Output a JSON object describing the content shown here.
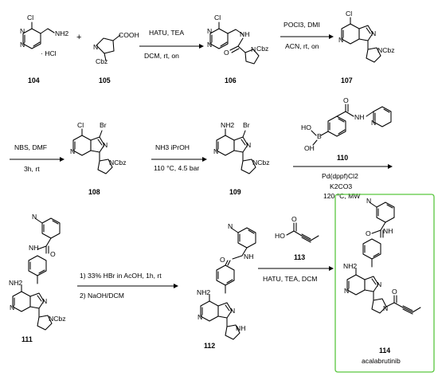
{
  "highlight_color": "#59c63f",
  "compounds": [
    {
      "id": "104",
      "salt": "· HCl",
      "cl": "Cl",
      "nh2": "NH2"
    },
    {
      "id": "105",
      "cooh": "COOH",
      "cbz": "Cbz"
    },
    {
      "id": "106",
      "cl": "Cl",
      "nh": "NH",
      "o": "O",
      "ncbz": "N",
      "cbz": "Cbz"
    },
    {
      "id": "107",
      "cl": "Cl",
      "ncbz": "NCbz"
    },
    {
      "id": "108",
      "cl": "Cl",
      "br": "Br",
      "ncbz": "NCbz"
    },
    {
      "id": "109",
      "nh2": "NH2",
      "br": "Br",
      "ncbz": "NCbz"
    },
    {
      "id": "110",
      "ho1": "HO",
      "ho2": "OH",
      "b": "B",
      "nh": "NH"
    },
    {
      "id": "111",
      "nh2": "NH2",
      "nh": "NH",
      "ncbz": "NCbz"
    },
    {
      "id": "112",
      "nh2": "NH2",
      "nh": "NH",
      "pyrnh": "NH"
    },
    {
      "id": "113",
      "ho": "HO"
    },
    {
      "id": "114",
      "nh2": "NH2",
      "nh": "NH",
      "name": "acalabrutinib"
    }
  ],
  "steps": [
    {
      "above": [
        "HATU, TEA"
      ],
      "below": [
        "DCM, rt, on"
      ]
    },
    {
      "above": [
        "POCl3, DMI"
      ],
      "below": [
        "ACN, rt, on"
      ]
    },
    {
      "above": [
        "NBS, DMF"
      ],
      "below": [
        "3h, rt"
      ]
    },
    {
      "above": [
        "NH3 iPrOH"
      ],
      "below": [
        "110 °C, 4.5 bar"
      ]
    },
    {
      "above": [],
      "below": [
        "Pd(dppf)Cl2",
        "K2CO3",
        "120 °C, MW"
      ]
    },
    {
      "above": [
        "1) 33% HBr in AcOH, 1h, rt"
      ],
      "below": [
        "2) NaOH/DCM"
      ]
    },
    {
      "above": [],
      "below": [
        "HATU, TEA, DCM"
      ]
    }
  ],
  "symbols": {
    "plus": "+",
    "n": "N",
    "o": "O"
  }
}
